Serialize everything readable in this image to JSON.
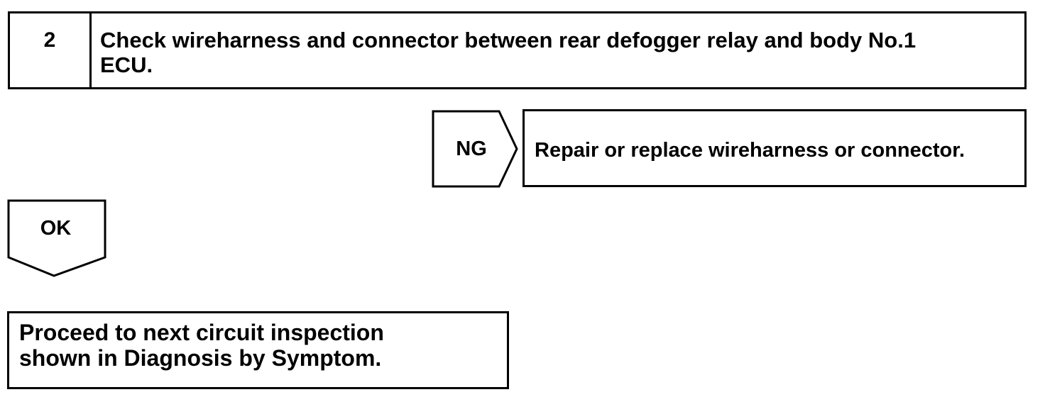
{
  "step": {
    "number": "2",
    "title": "Check wireharness and connector between rear defogger relay and body No.1\nECU."
  },
  "ng_branch": {
    "label": "NG",
    "action": "Repair or replace wireharness or connector."
  },
  "ok_branch": {
    "label": "OK"
  },
  "result": {
    "text": "Proceed to next circuit inspection\n shown in Diagnosis by Symptom."
  }
}
